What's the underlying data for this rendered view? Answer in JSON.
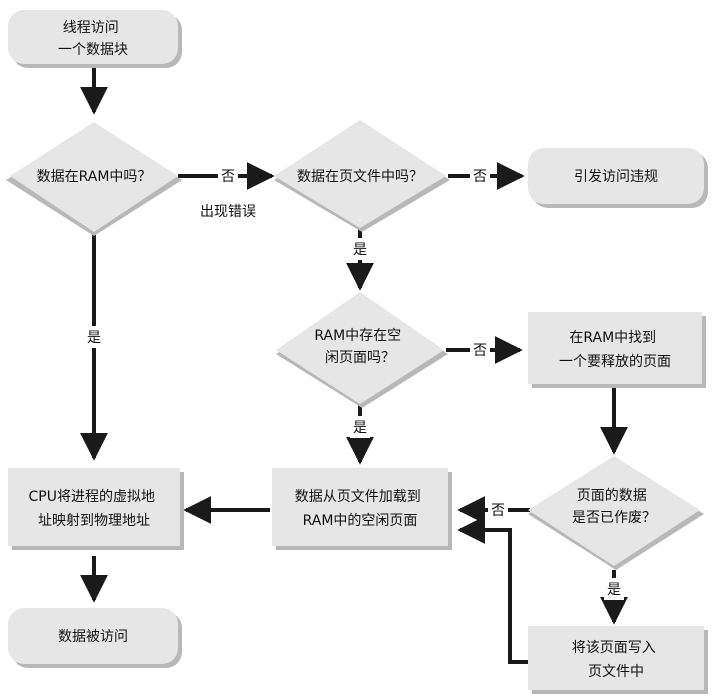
{
  "colors": {
    "fill": "#e6e6e6",
    "shadow": "#b8b8b8",
    "line": "#1a1a1a",
    "text": "#111111"
  },
  "nodes": {
    "start": [
      "线程访问",
      "一个数据块"
    ],
    "in_ram": "数据在RAM中吗？",
    "in_pagefile": "数据在页文件中吗？",
    "violation": "引发访问违规",
    "free_page": [
      "RAM中存在空",
      "闲页面吗？"
    ],
    "find_page": [
      "在RAM中找到",
      "一个要释放的页面"
    ],
    "dirty": [
      "页面的数据",
      "是否已作废？"
    ],
    "write_page": [
      "将该页面写入",
      "页文件中"
    ],
    "load": [
      "数据从页文件加载到",
      "RAM中的空闲页面"
    ],
    "map": [
      "CPU将进程的虚拟地",
      "址映射到物理地址"
    ],
    "accessed": "数据被访问"
  },
  "labels": {
    "no1": "否",
    "error": "出现错误",
    "no2": "否",
    "yes1": "是",
    "yes2": "是",
    "no3": "否",
    "yes3": "是",
    "no4": "否",
    "yes4": "是"
  }
}
